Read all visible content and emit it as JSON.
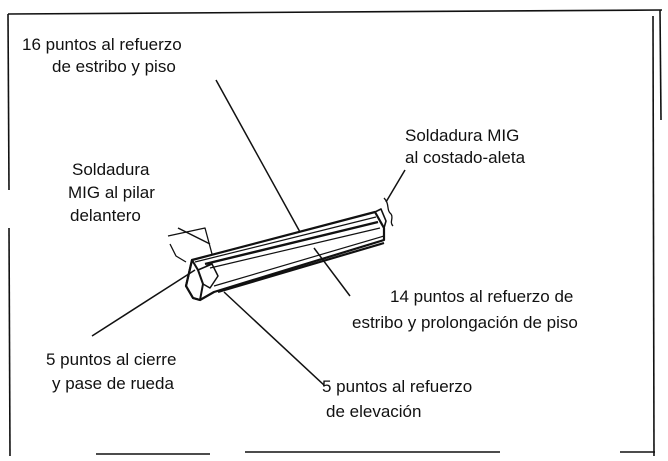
{
  "labels": {
    "refuerzo_estribo_piso": {
      "line1": "16 puntos al  refuerzo",
      "line2": "de estribo y piso"
    },
    "mig_costado_aleta": {
      "line1": "Soldadura MIG",
      "line2": "al costado-aleta"
    },
    "mig_pilar_delantero": {
      "line1": "Soldadura",
      "line2": "MIG al pilar",
      "line3": "delantero"
    },
    "refuerzo_prolongacion_piso": {
      "line1": "14 puntos al refuerzo de",
      "line2": "estribo y prolongación  de piso"
    },
    "cierre_pase_rueda": {
      "line1": "5 puntos al cierre",
      "line2": "y pase de rueda"
    },
    "refuerzo_elevacion": {
      "line1": "5 puntos al refuerzo",
      "line2": "de elevación"
    }
  },
  "colors": {
    "ink": "#111111",
    "background": "#ffffff"
  }
}
